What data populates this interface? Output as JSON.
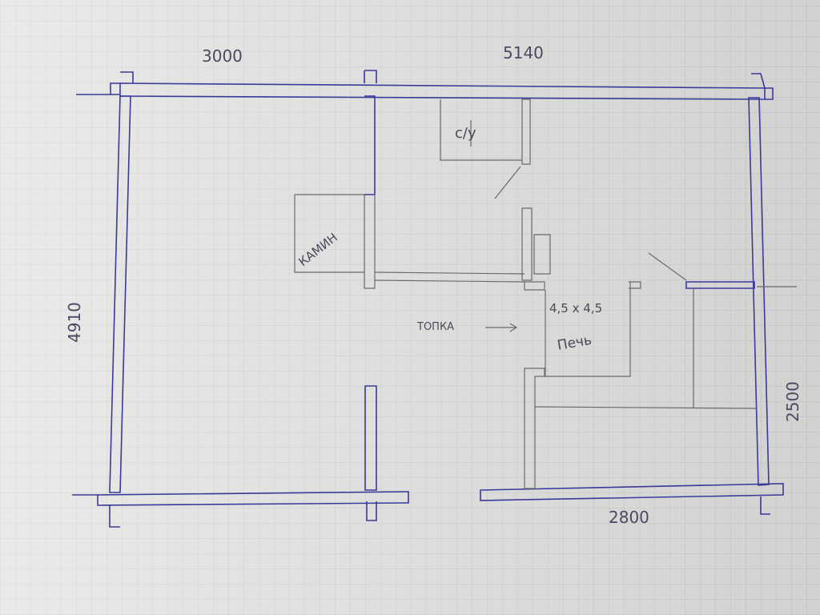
{
  "dimensions": {
    "top_left": "3000",
    "top_total": "5140",
    "left": "4910",
    "right": "2500",
    "bottom_right": "2800"
  },
  "rooms": {
    "bathroom": "с/у",
    "fireplace": "КАМИН",
    "stove_size": "4,5 х 4,5",
    "stove": "Печь",
    "firebox": "ТОПКА"
  },
  "colors": {
    "ink": "#3a3a9a",
    "pencil": "#6a6a6a",
    "paper": "#dedfdc"
  }
}
